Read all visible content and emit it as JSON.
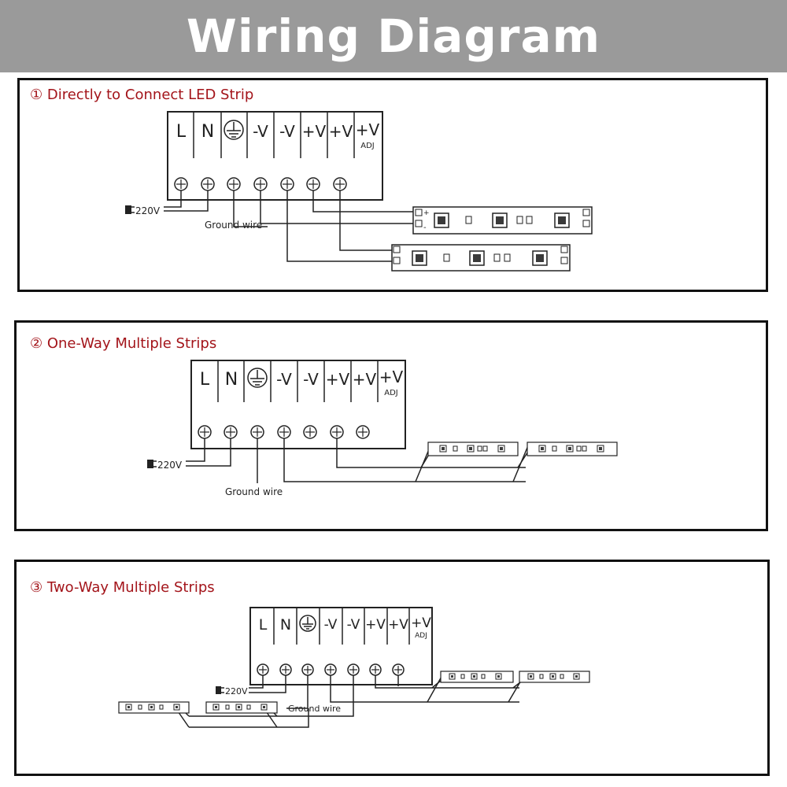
{
  "banner": {
    "title": "Wiring Diagram"
  },
  "colors": {
    "banner": "#9a9a9a",
    "section_title": "#a3141a",
    "line": "#222222",
    "led": "#3a3a3a"
  },
  "terminals": [
    "L",
    "N",
    "ground-symbol",
    "-V",
    "-V",
    "+V",
    "+V",
    "+V"
  ],
  "adj_label": "ADJ",
  "mains_label": "220V",
  "ground_label": "Ground wire",
  "strip_signs": {
    "plus": "+",
    "minus": "-"
  },
  "sections": [
    {
      "title": "① Directly to Connect LED Strip"
    },
    {
      "title": "② One-Way Multiple Strips"
    },
    {
      "title": "③ Two-Way Multiple Strips"
    }
  ]
}
